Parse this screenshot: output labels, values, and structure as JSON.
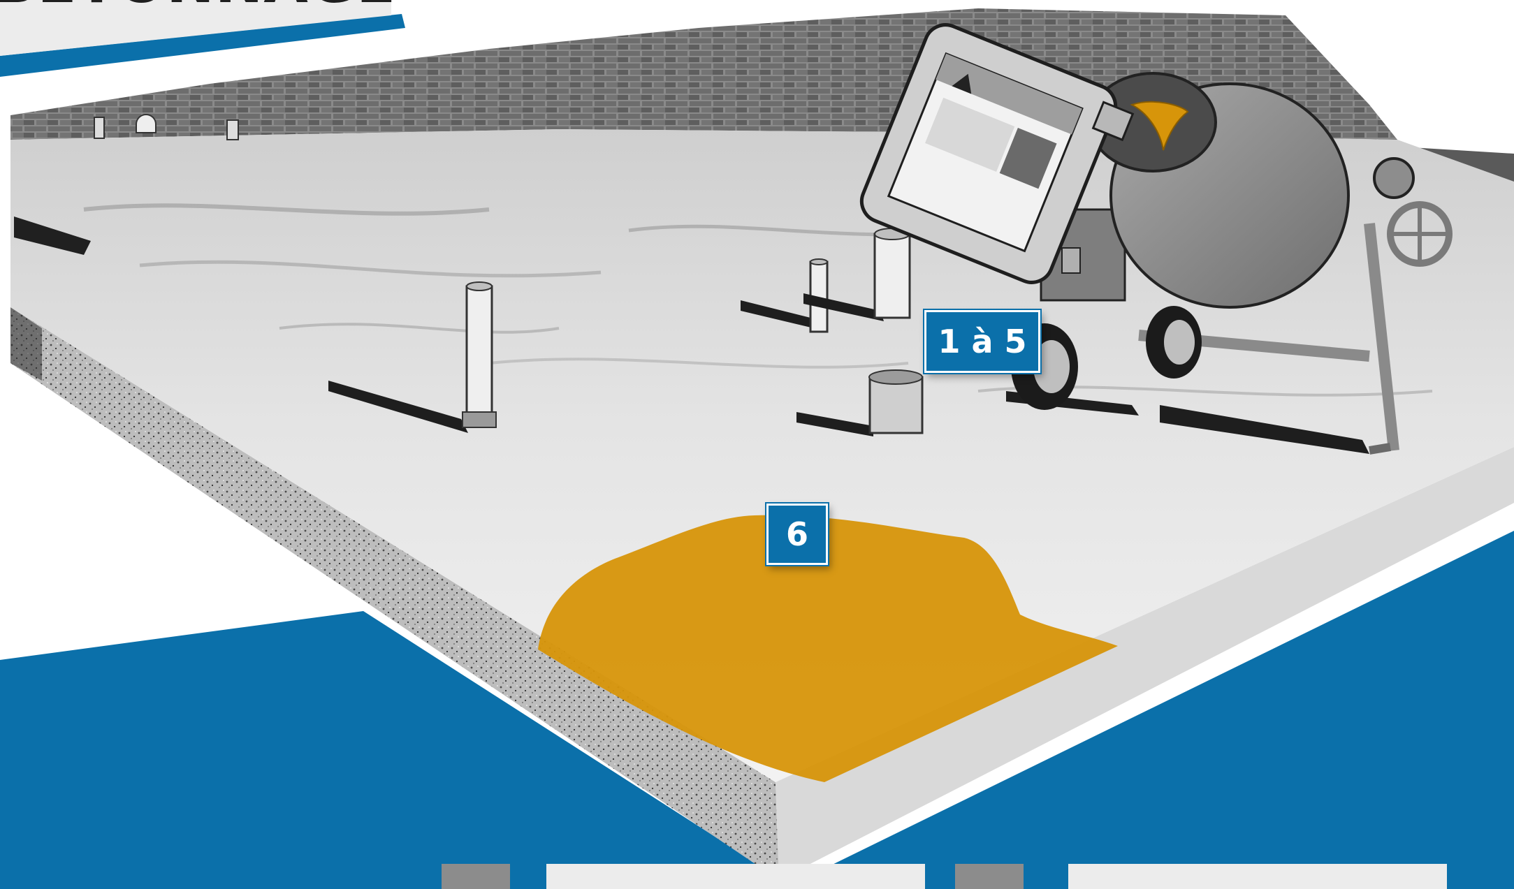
{
  "header": {
    "title": "BÉTONNAGE"
  },
  "markers": [
    {
      "label": "1 à 5"
    },
    {
      "label": "6"
    }
  ],
  "colors": {
    "brand_blue": "#0b70aa",
    "highlight_orange": "#d7950a",
    "concrete_grey": "#dcdcdc",
    "legend_grey": "#8c8c8c",
    "legend_light": "#ececec"
  }
}
